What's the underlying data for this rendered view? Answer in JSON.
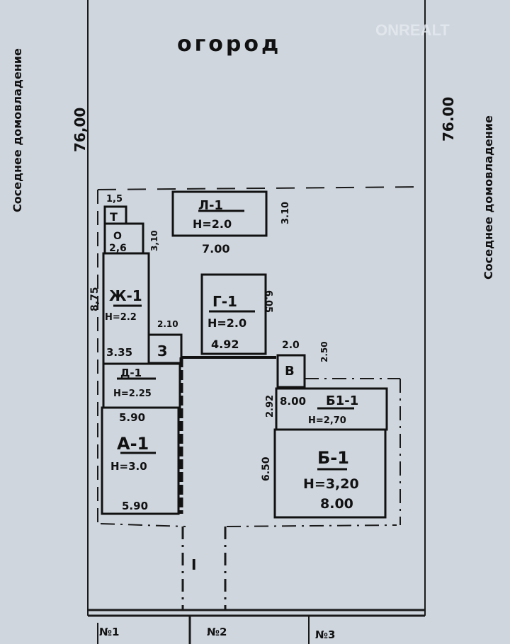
{
  "title": "огород",
  "watermark": "ONREALT",
  "neighbors": {
    "left": "Соседнее домовладение",
    "right": "Соседнее домовладение"
  },
  "plot_length": {
    "left": "76,00",
    "right": "76.00"
  },
  "buildings": {
    "t": {
      "label": "Т",
      "dim_top": "1,5"
    },
    "o": {
      "label": "О",
      "value": "2,6",
      "dim_side": "3,10"
    },
    "zh": {
      "label": "Ж-1",
      "height": "Н=2.2",
      "dim_side": "8,75",
      "width": "3.35"
    },
    "z": {
      "label": "З",
      "dim_top": "2.10"
    },
    "l": {
      "label": "Л-1",
      "height": "Н=2.0",
      "width": "7.00",
      "depth": "3.10"
    },
    "g": {
      "label": "Г-1",
      "height": "Н=2.0",
      "width": "4.92",
      "depth": "6.05"
    },
    "d": {
      "label": "Д-1",
      "height": "Н=2.25"
    },
    "a": {
      "label": "А-1",
      "height": "Н=3.0",
      "width_top": "5.90",
      "width_bottom": "5.90"
    },
    "v": {
      "label": "В",
      "width": "2.0",
      "depth": "2.50"
    },
    "b1a": {
      "label": "Б1-1",
      "height": "Н=2,70",
      "width": "8.00",
      "depth": "2.92"
    },
    "b": {
      "label": "Б-1",
      "height": "Н=3,20",
      "width": "8.00",
      "depth": "6.50"
    }
  },
  "yard_label": "I",
  "entrances": [
    "№1",
    "№2",
    "№3"
  ]
}
